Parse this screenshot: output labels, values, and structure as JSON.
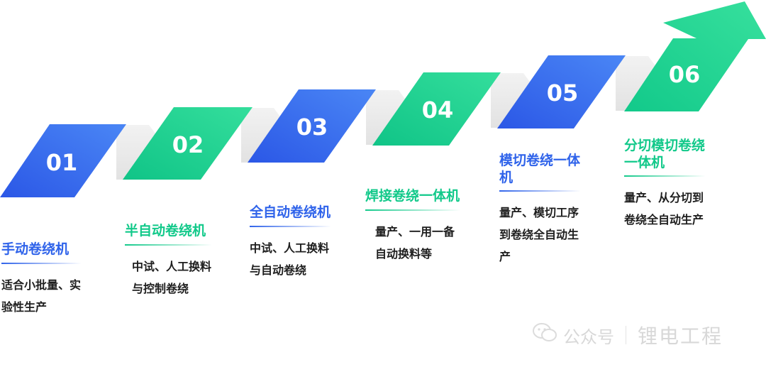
{
  "steps": [
    {
      "num": "01",
      "title": "手动卷绕机",
      "title_lines": [
        "手动卷绕机"
      ],
      "desc": [
        "适合小批量、实",
        "验性生产"
      ],
      "color": "blue"
    },
    {
      "num": "02",
      "title": "半自动卷绕机",
      "title_lines": [
        "半自动卷绕机"
      ],
      "desc": [
        "中试、人工换料",
        "与控制卷绕"
      ],
      "color": "green"
    },
    {
      "num": "03",
      "title": "全自动卷绕机",
      "title_lines": [
        "全自动卷绕机"
      ],
      "desc": [
        "中试、人工换料",
        "与自动卷绕"
      ],
      "color": "blue"
    },
    {
      "num": "04",
      "title": "焊接卷绕一体机",
      "title_lines": [
        "焊接卷绕一体机"
      ],
      "desc": [
        "量产、一用一备",
        "自动换料等"
      ],
      "color": "green"
    },
    {
      "num": "05",
      "title": "模切卷绕一体机",
      "title_lines": [
        "模切卷绕一体",
        "机"
      ],
      "desc": [
        "量产、模切工序",
        "到卷绕全自动生",
        "产"
      ],
      "color": "blue"
    },
    {
      "num": "06",
      "title": "分切模切卷绕一体机",
      "title_lines": [
        "分切模切卷绕",
        "一体机"
      ],
      "desc": [
        "量产、从分切到",
        "卷绕全自动生产"
      ],
      "color": "green"
    }
  ],
  "colors": {
    "blue": "#2f63ea",
    "green": "#12c98a",
    "connector": "#ececec"
  },
  "watermark": {
    "channel": "公众号",
    "name": "锂电工程",
    "icon": "wechat-icon"
  }
}
